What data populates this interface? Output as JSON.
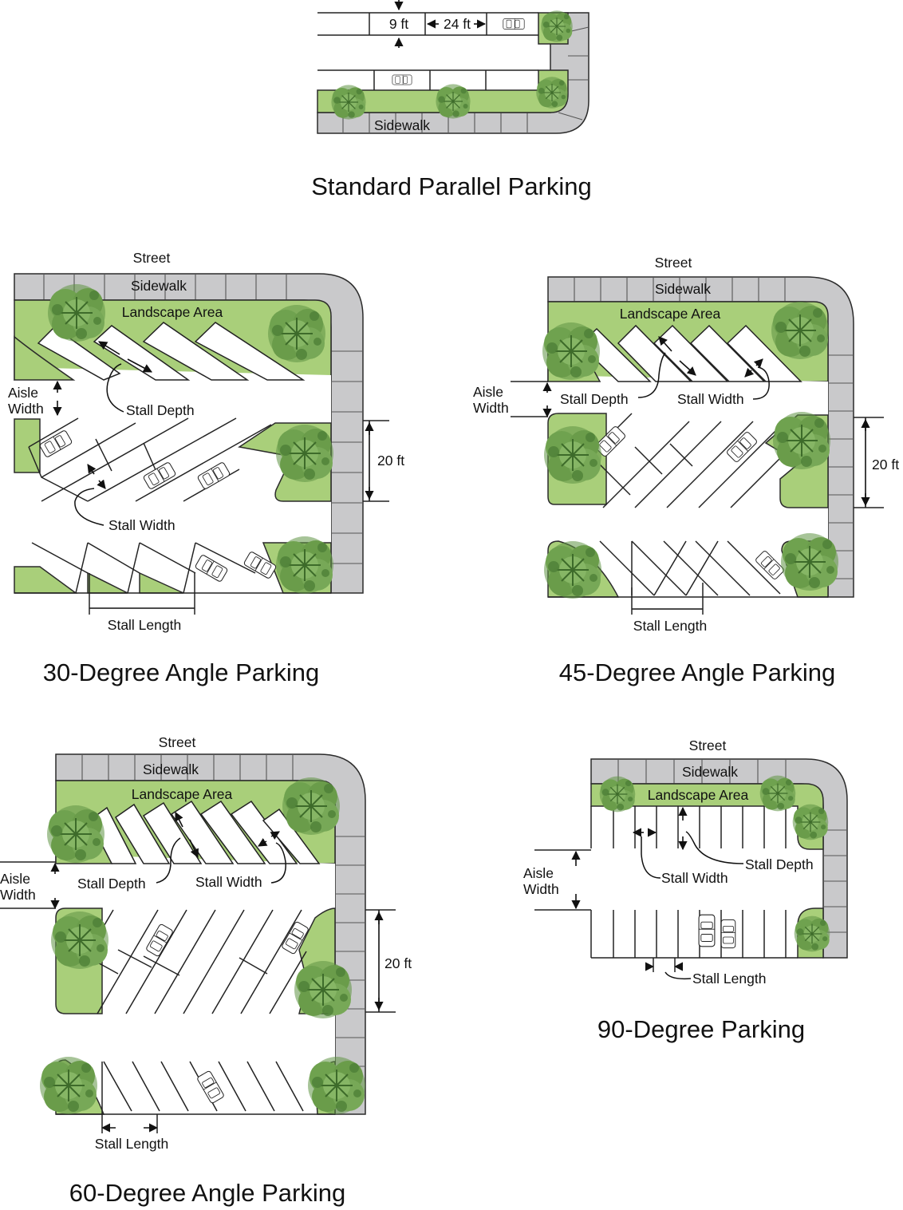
{
  "parallel": {
    "title": "Standard Parallel Parking",
    "sidewalk": "Sidewalk",
    "dim_width": "9 ft",
    "dim_length": "24 ft"
  },
  "angle30": {
    "title": "30-Degree Angle Parking",
    "street": "Street",
    "sidewalk": "Sidewalk",
    "landscape": "Landscape Area",
    "aisle_width_1": "Aisle",
    "aisle_width_2": "Width",
    "stall_depth": "Stall Depth",
    "stall_width": "Stall Width",
    "stall_length": "Stall Length",
    "dim_20": "20 ft"
  },
  "angle45": {
    "title": "45-Degree Angle Parking",
    "street": "Street",
    "sidewalk": "Sidewalk",
    "landscape": "Landscape Area",
    "aisle_width_1": "Aisle",
    "aisle_width_2": "Width",
    "stall_depth": "Stall Depth",
    "stall_width": "Stall Width",
    "stall_length": "Stall Length",
    "dim_20": "20 ft"
  },
  "angle60": {
    "title": "60-Degree Angle Parking",
    "street": "Street",
    "sidewalk": "Sidewalk",
    "landscape": "Landscape Area",
    "aisle_width_1": "Aisle",
    "aisle_width_2": "Width",
    "stall_depth": "Stall Depth",
    "stall_width": "Stall Width",
    "stall_length": "Stall Length",
    "dim_20": "20 ft"
  },
  "angle90": {
    "title": "90-Degree Parking",
    "street": "Street",
    "sidewalk": "Sidewalk",
    "landscape": "Landscape Area",
    "aisle_width_1": "Aisle",
    "aisle_width_2": "Width",
    "stall_depth": "Stall Depth",
    "stall_width": "Stall Width",
    "stall_length": "Stall Length"
  },
  "colors": {
    "landscape": "#a9cf7a",
    "sidewalk": "#c9c9cb",
    "tree": "#6a9c4a",
    "outline": "#222222"
  }
}
